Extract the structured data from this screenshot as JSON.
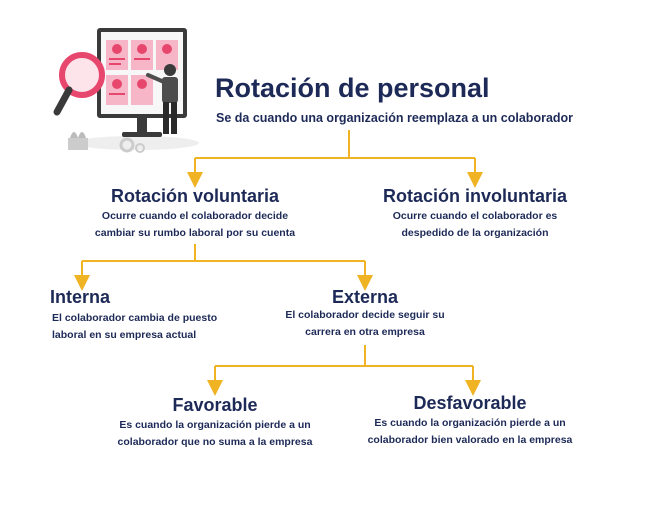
{
  "header": {
    "title": "Rotación de personal",
    "subtitle": "Se da cuando una organización reemplaza a un colaborador"
  },
  "nodes": {
    "voluntaria": {
      "title": "Rotación voluntaria",
      "desc_line1": "Ocurre cuando el colaborador decide",
      "desc_line2": "cambiar su rumbo laboral por su cuenta"
    },
    "involuntaria": {
      "title": "Rotación involuntaria",
      "desc_line1": "Ocurre cuando el colaborador es",
      "desc_line2": "despedido de la organización"
    },
    "interna": {
      "title": "Interna",
      "desc_line1": "El colaborador cambia de puesto",
      "desc_line2": "laboral en su empresa actual"
    },
    "externa": {
      "title": "Externa",
      "desc_line1": "El colaborador decide seguir su",
      "desc_line2": "carrera en otra empresa"
    },
    "favorable": {
      "title": "Favorable",
      "desc_line1": "Es cuando la organización pierde a un",
      "desc_line2": "colaborador que no suma a la empresa"
    },
    "desfavorable": {
      "title": "Desfavorable",
      "desc_line1": "Es cuando la organización pierde a un",
      "desc_line2": "colaborador bien valorado en la empresa"
    }
  },
  "colors": {
    "text": "#1d2a57",
    "connector": "#f0b323",
    "accent": "#e8476d"
  },
  "illustration": {
    "icon": "person-reviewing-candidates-illustration"
  }
}
